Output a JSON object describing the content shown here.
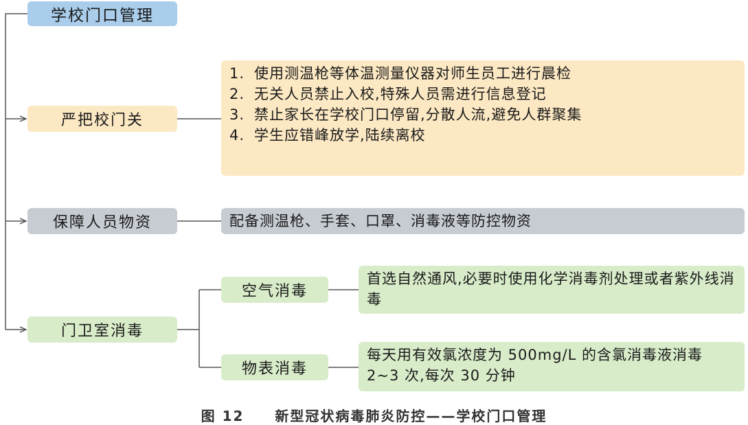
{
  "root": {
    "label": "学校门口管理"
  },
  "branches": [
    {
      "label": "严把校门关",
      "items": [
        {
          "num": "1.",
          "text": "使用测温枪等体温测量仪器对师生员工进行晨检"
        },
        {
          "num": "2.",
          "text": "无关人员禁止入校,特殊人员需进行信息登记"
        },
        {
          "num": "3.",
          "text": "禁止家长在学校门口停留,分散人流,避免人群聚集"
        },
        {
          "num": "4.",
          "text": "学生应错峰放学,陆续离校"
        }
      ]
    },
    {
      "label": "保障人员物资",
      "detail": "配备测温枪、手套、口罩、消毒液等防控物资"
    },
    {
      "label": "门卫室消毒",
      "children": [
        {
          "label": "空气消毒",
          "detail": "首选自然通风,必要时使用化学消毒剂处理或者紫外线消毒"
        },
        {
          "label": "物表消毒",
          "detail": "每天用有效氯浓度为 500mg/L 的含氯消毒液消毒 2~3 次,每次 30 分钟"
        }
      ]
    }
  ],
  "caption": {
    "number": "图 12",
    "title": "新型冠状病毒肺炎防控——学校门口管理"
  },
  "colors": {
    "root": "#a9cdea",
    "branch1": "#fce8c3",
    "branch2": "#c7ccd3",
    "branch3": "#d8ecc9",
    "line": "#555555"
  }
}
